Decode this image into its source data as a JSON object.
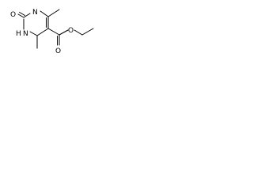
{
  "structure": {
    "atom_labels": {
      "n_top": "N",
      "n_bottom": "N",
      "h_bottom": "H",
      "o_carbonyl": "O",
      "o_ester_dbl": "O",
      "o_ester_single": "O"
    }
  },
  "colors": {
    "ink": "#000000",
    "background": "#ffffff"
  }
}
